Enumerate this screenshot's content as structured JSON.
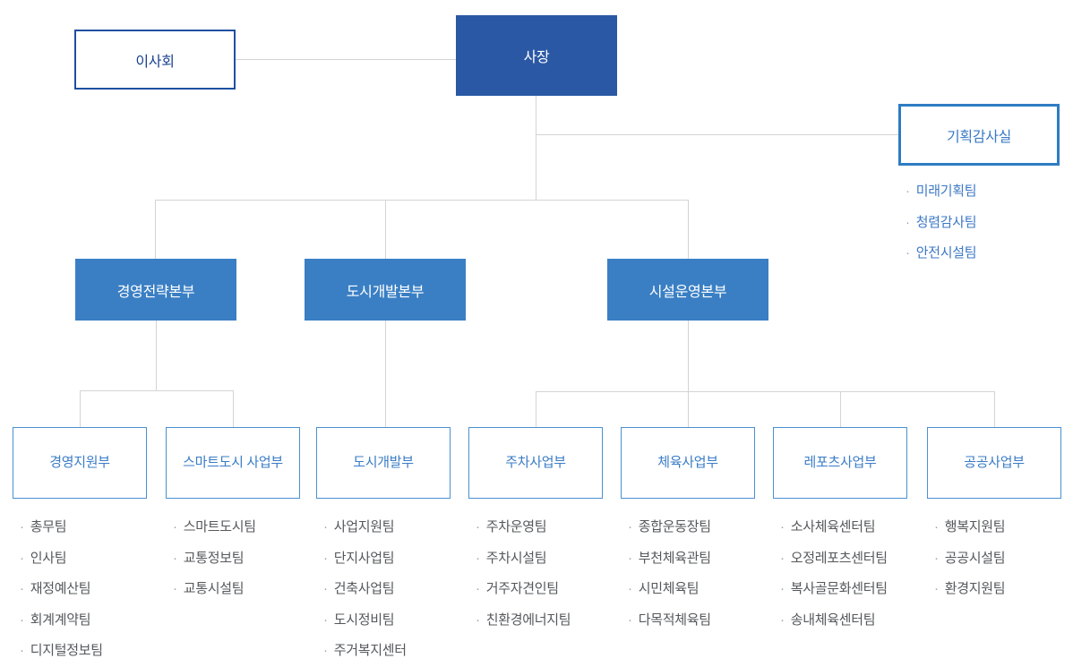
{
  "org": {
    "board": "이사회",
    "president": "사장",
    "audit": {
      "label": "기획감사실",
      "teams": [
        "미래기획팀",
        "청렴감사팀",
        "안전시설팀"
      ]
    },
    "divisions": [
      "경영전략본부",
      "도시개발본부",
      "시설운영본부"
    ],
    "departments": [
      {
        "label": "경영지원부",
        "teams": [
          "총무팀",
          "인사팀",
          "재정예산팀",
          "회계계약팀",
          "디지털정보팀"
        ]
      },
      {
        "label": "스마트도시 사업부",
        "teams": [
          "스마트도시팀",
          "교통정보팀",
          "교통시설팀"
        ]
      },
      {
        "label": "도시개발부",
        "teams": [
          "사업지원팀",
          "단지사업팀",
          "건축사업팀",
          "도시정비팀",
          "주거복지센터"
        ]
      },
      {
        "label": "주차사업부",
        "teams": [
          "주차운영팀",
          "주차시설팀",
          "거주자견인팀",
          "친환경에너지팀"
        ]
      },
      {
        "label": "체육사업부",
        "teams": [
          "종합운동장팀",
          "부천체육관팀",
          "시민체육팀",
          "다목적체육팀"
        ]
      },
      {
        "label": "레포츠사업부",
        "teams": [
          "소사체육센터팀",
          "오정레포츠센터팀",
          "복사골문화센터팀",
          "송내체육센터팀"
        ]
      },
      {
        "label": "공공사업부",
        "teams": [
          "행복지원팀",
          "공공시설팀",
          "환경지원팀"
        ]
      }
    ],
    "bullet": "·",
    "colors": {
      "president_bg": "#2a58a4",
      "division_bg": "#3a7fc4",
      "board_border": "#1e4fa1",
      "board_text": "#1b418f",
      "audit_border": "#2e7cc2",
      "dept_border": "#4a90d2",
      "blue_text": "#3a7cc6",
      "team_text": "#56585c",
      "connector_line": "#d4d4d4"
    }
  }
}
